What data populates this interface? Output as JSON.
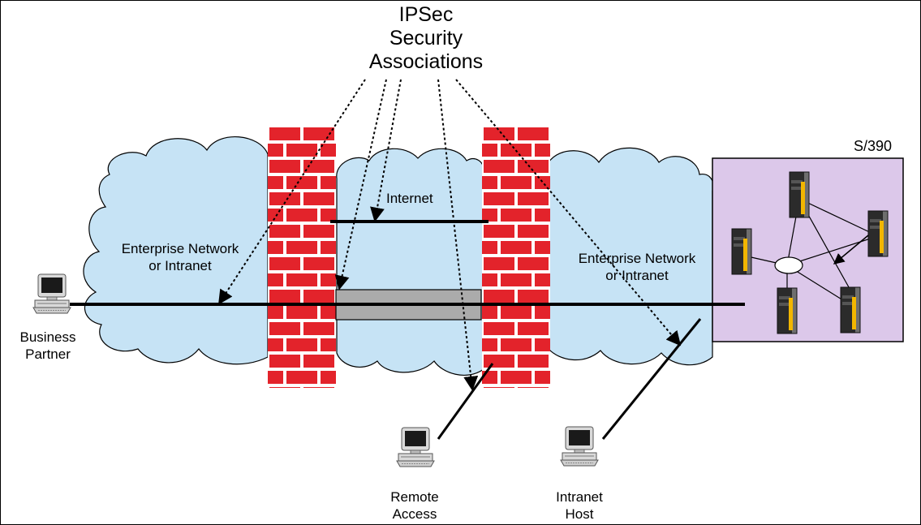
{
  "title_lines": [
    "IPSec",
    "Security",
    "Associations"
  ],
  "clouds": {
    "left": [
      "Enterprise Network",
      "or Intranet"
    ],
    "middle": "Internet",
    "right": [
      "Enterprise Network",
      "or Intranet"
    ]
  },
  "s390": {
    "label": "S/390"
  },
  "nodes": {
    "business_partner": [
      "Business",
      "Partner"
    ],
    "remote_access": [
      "Remote",
      "Access"
    ],
    "intranet_host": [
      "Intranet",
      "Host"
    ]
  },
  "colors": {
    "cloud_fill": "#c6e3f5",
    "firewall_brick": "#e3232b",
    "s390_fill": "#dcc8ea",
    "tunnel_fill": "#ababab"
  }
}
